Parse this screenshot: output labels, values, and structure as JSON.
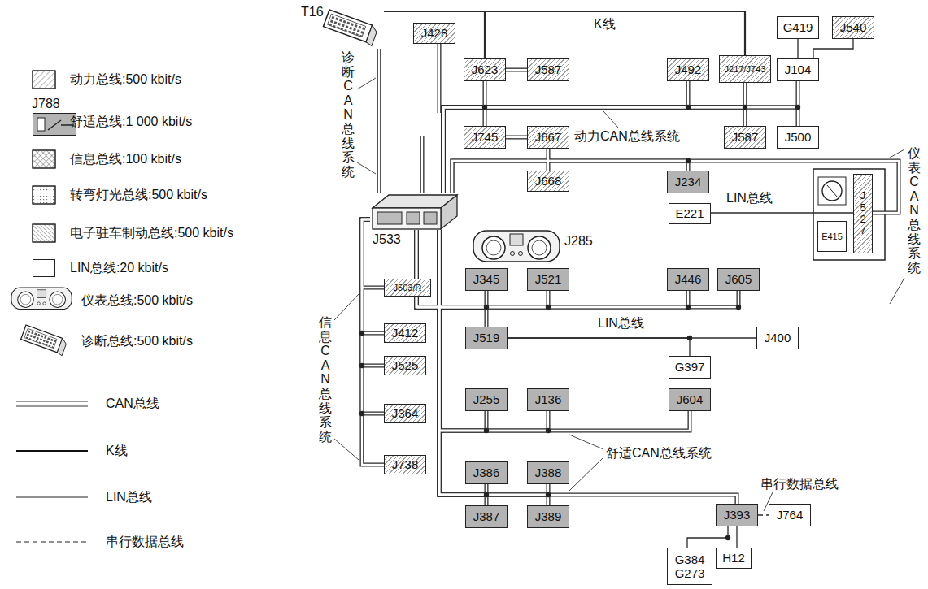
{
  "diagram": {
    "nodes": [
      {
        "text": [
          "T16"
        ]
      },
      {
        "text": [
          "J428"
        ]
      },
      {
        "text": [
          "J788"
        ]
      },
      {
        "text": [
          "J623"
        ]
      },
      {
        "text": [
          "J587"
        ]
      },
      {
        "text": [
          "J492"
        ]
      },
      {
        "text": [
          "J217/J743"
        ]
      },
      {
        "text": [
          "G419"
        ]
      },
      {
        "text": [
          "J540"
        ]
      },
      {
        "text": [
          "J104"
        ]
      },
      {
        "text": [
          "J745"
        ]
      },
      {
        "text": [
          "J667"
        ]
      },
      {
        "text": [
          "J587"
        ]
      },
      {
        "text": [
          "J500"
        ]
      },
      {
        "text": [
          "J668"
        ]
      },
      {
        "text": [
          "J234"
        ]
      },
      {
        "text": [
          "J533"
        ]
      },
      {
        "text": [
          "J285"
        ]
      },
      {
        "text": [
          "E221"
        ]
      },
      {
        "text": [
          "E415"
        ]
      },
      {
        "text": [
          "J527"
        ]
      },
      {
        "text": [
          "J503/R"
        ]
      },
      {
        "text": [
          "J412"
        ]
      },
      {
        "text": [
          "J525"
        ]
      },
      {
        "text": [
          "J364"
        ]
      },
      {
        "text": [
          "J738"
        ]
      },
      {
        "text": [
          "J345"
        ]
      },
      {
        "text": [
          "J521"
        ]
      },
      {
        "text": [
          "J446"
        ]
      },
      {
        "text": [
          "J605"
        ]
      },
      {
        "text": [
          "J519"
        ]
      },
      {
        "text": [
          "J400"
        ]
      },
      {
        "text": [
          "G397"
        ]
      },
      {
        "text": [
          "J255"
        ]
      },
      {
        "text": [
          "J136"
        ]
      },
      {
        "text": [
          "J604"
        ]
      },
      {
        "text": [
          "J386"
        ]
      },
      {
        "text": [
          "J388"
        ]
      },
      {
        "text": [
          "J387"
        ]
      },
      {
        "text": [
          "J389"
        ]
      },
      {
        "text": [
          "J393"
        ]
      },
      {
        "text": [
          "J764"
        ]
      },
      {
        "text": [
          "G384 G273"
        ]
      },
      {
        "text": [
          "H12"
        ]
      }
    ],
    "edges": [
      {
        "from": 0,
        "to": 3,
        "arrow": "none"
      },
      {
        "from": 0,
        "to": 6,
        "arrow": "none"
      },
      {
        "from": 0,
        "to": 16,
        "arrow": "none"
      },
      {
        "from": 1,
        "to": 2,
        "arrow": "none"
      },
      {
        "from": 2,
        "to": 16,
        "arrow": "none"
      },
      {
        "from": 3,
        "to": 4,
        "arrow": "none"
      },
      {
        "from": 16,
        "to": 3,
        "arrow": "none"
      },
      {
        "from": 16,
        "to": 5,
        "arrow": "none"
      },
      {
        "from": 16,
        "to": 6,
        "arrow": "none"
      },
      {
        "from": 16,
        "to": 9,
        "arrow": "none"
      },
      {
        "from": 16,
        "to": 10,
        "arrow": "none"
      },
      {
        "from": 16,
        "to": 12,
        "arrow": "none"
      },
      {
        "from": 16,
        "to": 13,
        "arrow": "none"
      },
      {
        "from": 10,
        "to": 11,
        "arrow": "none"
      },
      {
        "from": 11,
        "to": 14,
        "arrow": "none"
      },
      {
        "from": 9,
        "to": 7,
        "arrow": "none"
      },
      {
        "from": 9,
        "to": 8,
        "arrow": "none"
      },
      {
        "from": 16,
        "to": 15,
        "arrow": "none"
      },
      {
        "from": 16,
        "to": 20,
        "arrow": "none"
      },
      {
        "from": 18,
        "to": 20,
        "arrow": "none"
      },
      {
        "from": 16,
        "to": 21,
        "arrow": "none"
      },
      {
        "from": 16,
        "to": 22,
        "arrow": "none"
      },
      {
        "from": 16,
        "to": 23,
        "arrow": "none"
      },
      {
        "from": 16,
        "to": 24,
        "arrow": "none"
      },
      {
        "from": 16,
        "to": 25,
        "arrow": "none"
      },
      {
        "from": 16,
        "to": 26,
        "arrow": "none"
      },
      {
        "from": 16,
        "to": 27,
        "arrow": "none"
      },
      {
        "from": 16,
        "to": 28,
        "arrow": "none"
      },
      {
        "from": 16,
        "to": 29,
        "arrow": "none"
      },
      {
        "from": 16,
        "to": 30,
        "arrow": "none"
      },
      {
        "from": 30,
        "to": 31,
        "arrow": "none"
      },
      {
        "from": 30,
        "to": 32,
        "arrow": "none"
      },
      {
        "from": 16,
        "to": 33,
        "arrow": "none"
      },
      {
        "from": 16,
        "to": 34,
        "arrow": "none"
      },
      {
        "from": 16,
        "to": 35,
        "arrow": "none"
      },
      {
        "from": 16,
        "to": 36,
        "arrow": "none"
      },
      {
        "from": 16,
        "to": 37,
        "arrow": "none"
      },
      {
        "from": 16,
        "to": 38,
        "arrow": "none"
      },
      {
        "from": 16,
        "to": 39,
        "arrow": "none"
      },
      {
        "from": 16,
        "to": 40,
        "arrow": "none"
      },
      {
        "from": 40,
        "to": 41,
        "arrow": "none"
      },
      {
        "from": 40,
        "to": 42,
        "arrow": "none"
      },
      {
        "from": 40,
        "to": 43,
        "arrow": "none"
      }
    ],
    "labels": [
      "K线",
      "诊断CAN总线系统",
      "动力CAN总线系统",
      "仪表CAN总线系统",
      "LIN总线",
      "LIN总线",
      "信息CAN总线系统",
      "舒适CAN总线系统",
      "串行数据总线"
    ],
    "legend": [
      {
        "text": "动力总线:500 kbit/s"
      },
      {
        "text": "舒适总线:1 000 kbit/s",
        "color": "#b3b3b3"
      },
      {
        "text": "信息总线:100 kbit/s"
      },
      {
        "text": "转弯灯光总线:500 kbit/s"
      },
      {
        "text": "电子驻车制动总线:500 kbit/s"
      },
      {
        "text": "LIN总线:20 kbit/s",
        "color": "#ffffff"
      },
      {
        "text": "仪表总线:500 kbit/s"
      },
      {
        "text": "诊断总线:500 kbit/s"
      },
      {
        "text": "CAN总线"
      },
      {
        "text": "K线"
      },
      {
        "text": "LIN总线"
      },
      {
        "text": "串行数据总线"
      }
    ]
  }
}
